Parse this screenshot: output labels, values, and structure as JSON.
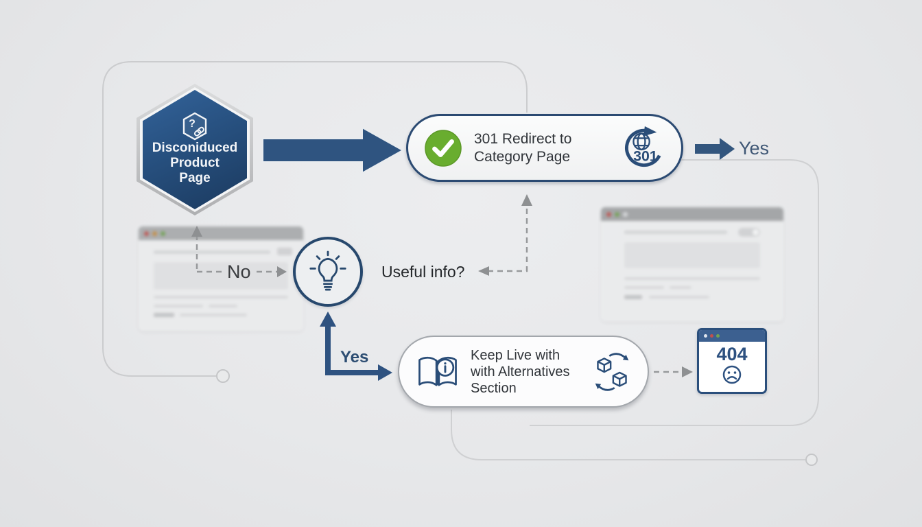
{
  "palette": {
    "background": "#e7e8ea",
    "navy": "#2e5380",
    "navy_dark": "#1b3a5f",
    "green": "#69ad2f",
    "outline_gray": "#cbccce",
    "dashed_gray": "#97999b",
    "text_dark": "#2b2e31"
  },
  "hexagon": {
    "icon": "broken-link-question-icon",
    "lines": [
      "Disconiduced",
      "Product",
      "Page"
    ]
  },
  "labels": {
    "no": "No",
    "question": "Useful info?",
    "yes_top": "Yes",
    "yes_bottom": "Yes"
  },
  "redirect_node": {
    "text": "301 Redirect to\nCategory Page",
    "status_icon": "check-icon",
    "badge_icon": "globe-redirect-icon",
    "badge": "301"
  },
  "keep_node": {
    "text": "Keep Live with\nwith Alternatives\nSection",
    "left_icon": "book-info-icon",
    "right_icon": "alternatives-cubes-icon"
  },
  "error_node": {
    "code": "404",
    "icon": "sad-face-icon"
  }
}
